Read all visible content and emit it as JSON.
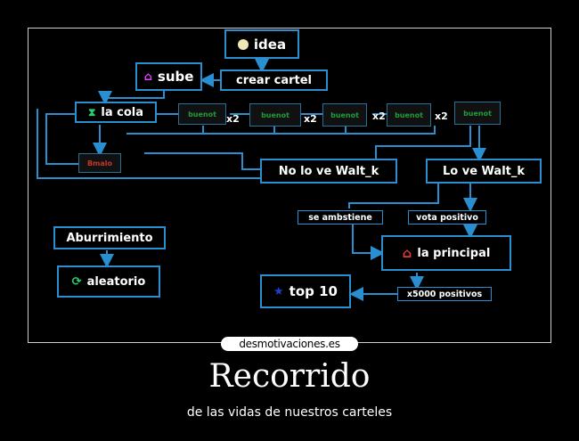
{
  "nodes": {
    "idea": "idea",
    "crear_cartel": "crear cartel",
    "sube": "sube",
    "la_cola": "la cola",
    "buenot": "buenot",
    "malo": "Bmalo",
    "no_lo_ve": "No lo ve Walt_k",
    "lo_ve": "Lo ve Walt_k",
    "se_ambstiene": "se ambstiene",
    "vota_positivo": "vota positivo",
    "la_principal": "la principal",
    "top10": "top 10",
    "x5000": "x5000 positivos",
    "aburrimiento": "Aburrimiento",
    "aleatorio": "aleatorio"
  },
  "multipliers": [
    "x2",
    "x2",
    "x2",
    "x2"
  ],
  "watermark": "desmotivaciones.es",
  "caption": {
    "title": "Recorrido",
    "subtitle": "de las vidas de nuestros carteles"
  },
  "colors": {
    "line": "#2a8fd0",
    "buenot": "#1f9c3a",
    "malo": "#c0392b",
    "sube_icon": "#e040fb",
    "principal_icon": "#e53935",
    "top10_icon": "#1e3fcf",
    "aleatorio_icon": "#2ecc71"
  },
  "icons": {
    "idea": "lightbulb-icon",
    "sube": "home-icon",
    "la_cola": "hourglass-icon",
    "la_principal": "home-icon",
    "top10": "star-icon",
    "aleatorio": "refresh-icon"
  }
}
